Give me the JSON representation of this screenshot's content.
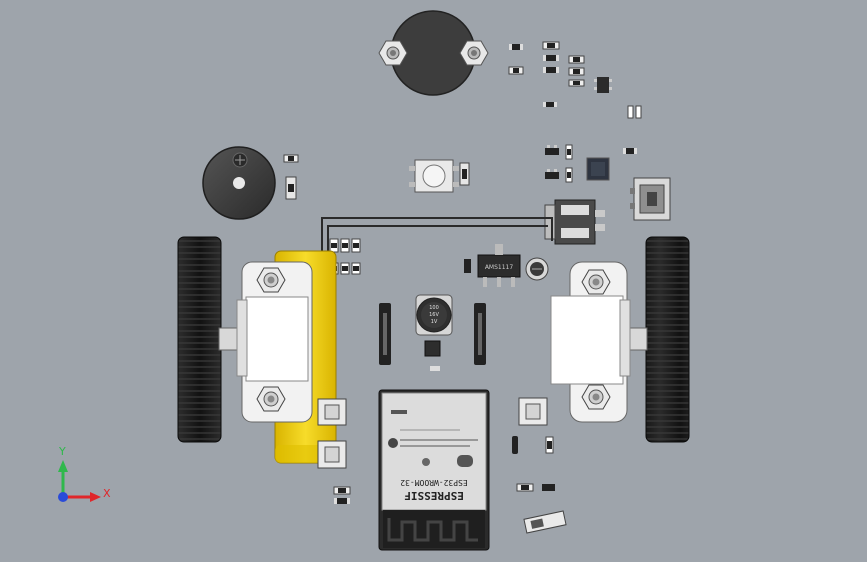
{
  "esp_module": {
    "brand": "ESPRESSIF",
    "model": "ESP32-WROOM-32"
  },
  "capacitor": {
    "line1": "100",
    "line2": "16V",
    "line3": "1V"
  },
  "regulator": {
    "text": "AMS1117"
  },
  "triad": {
    "y_label": "Y",
    "x_label": "X"
  },
  "colors": {
    "background": "#9ea4ab",
    "motor_housing": "#f2d21e",
    "wheel": "#1c1c1c",
    "axis_x": "#e0262a",
    "axis_y": "#2fb84c",
    "axis_z": "#2a4bd8"
  }
}
